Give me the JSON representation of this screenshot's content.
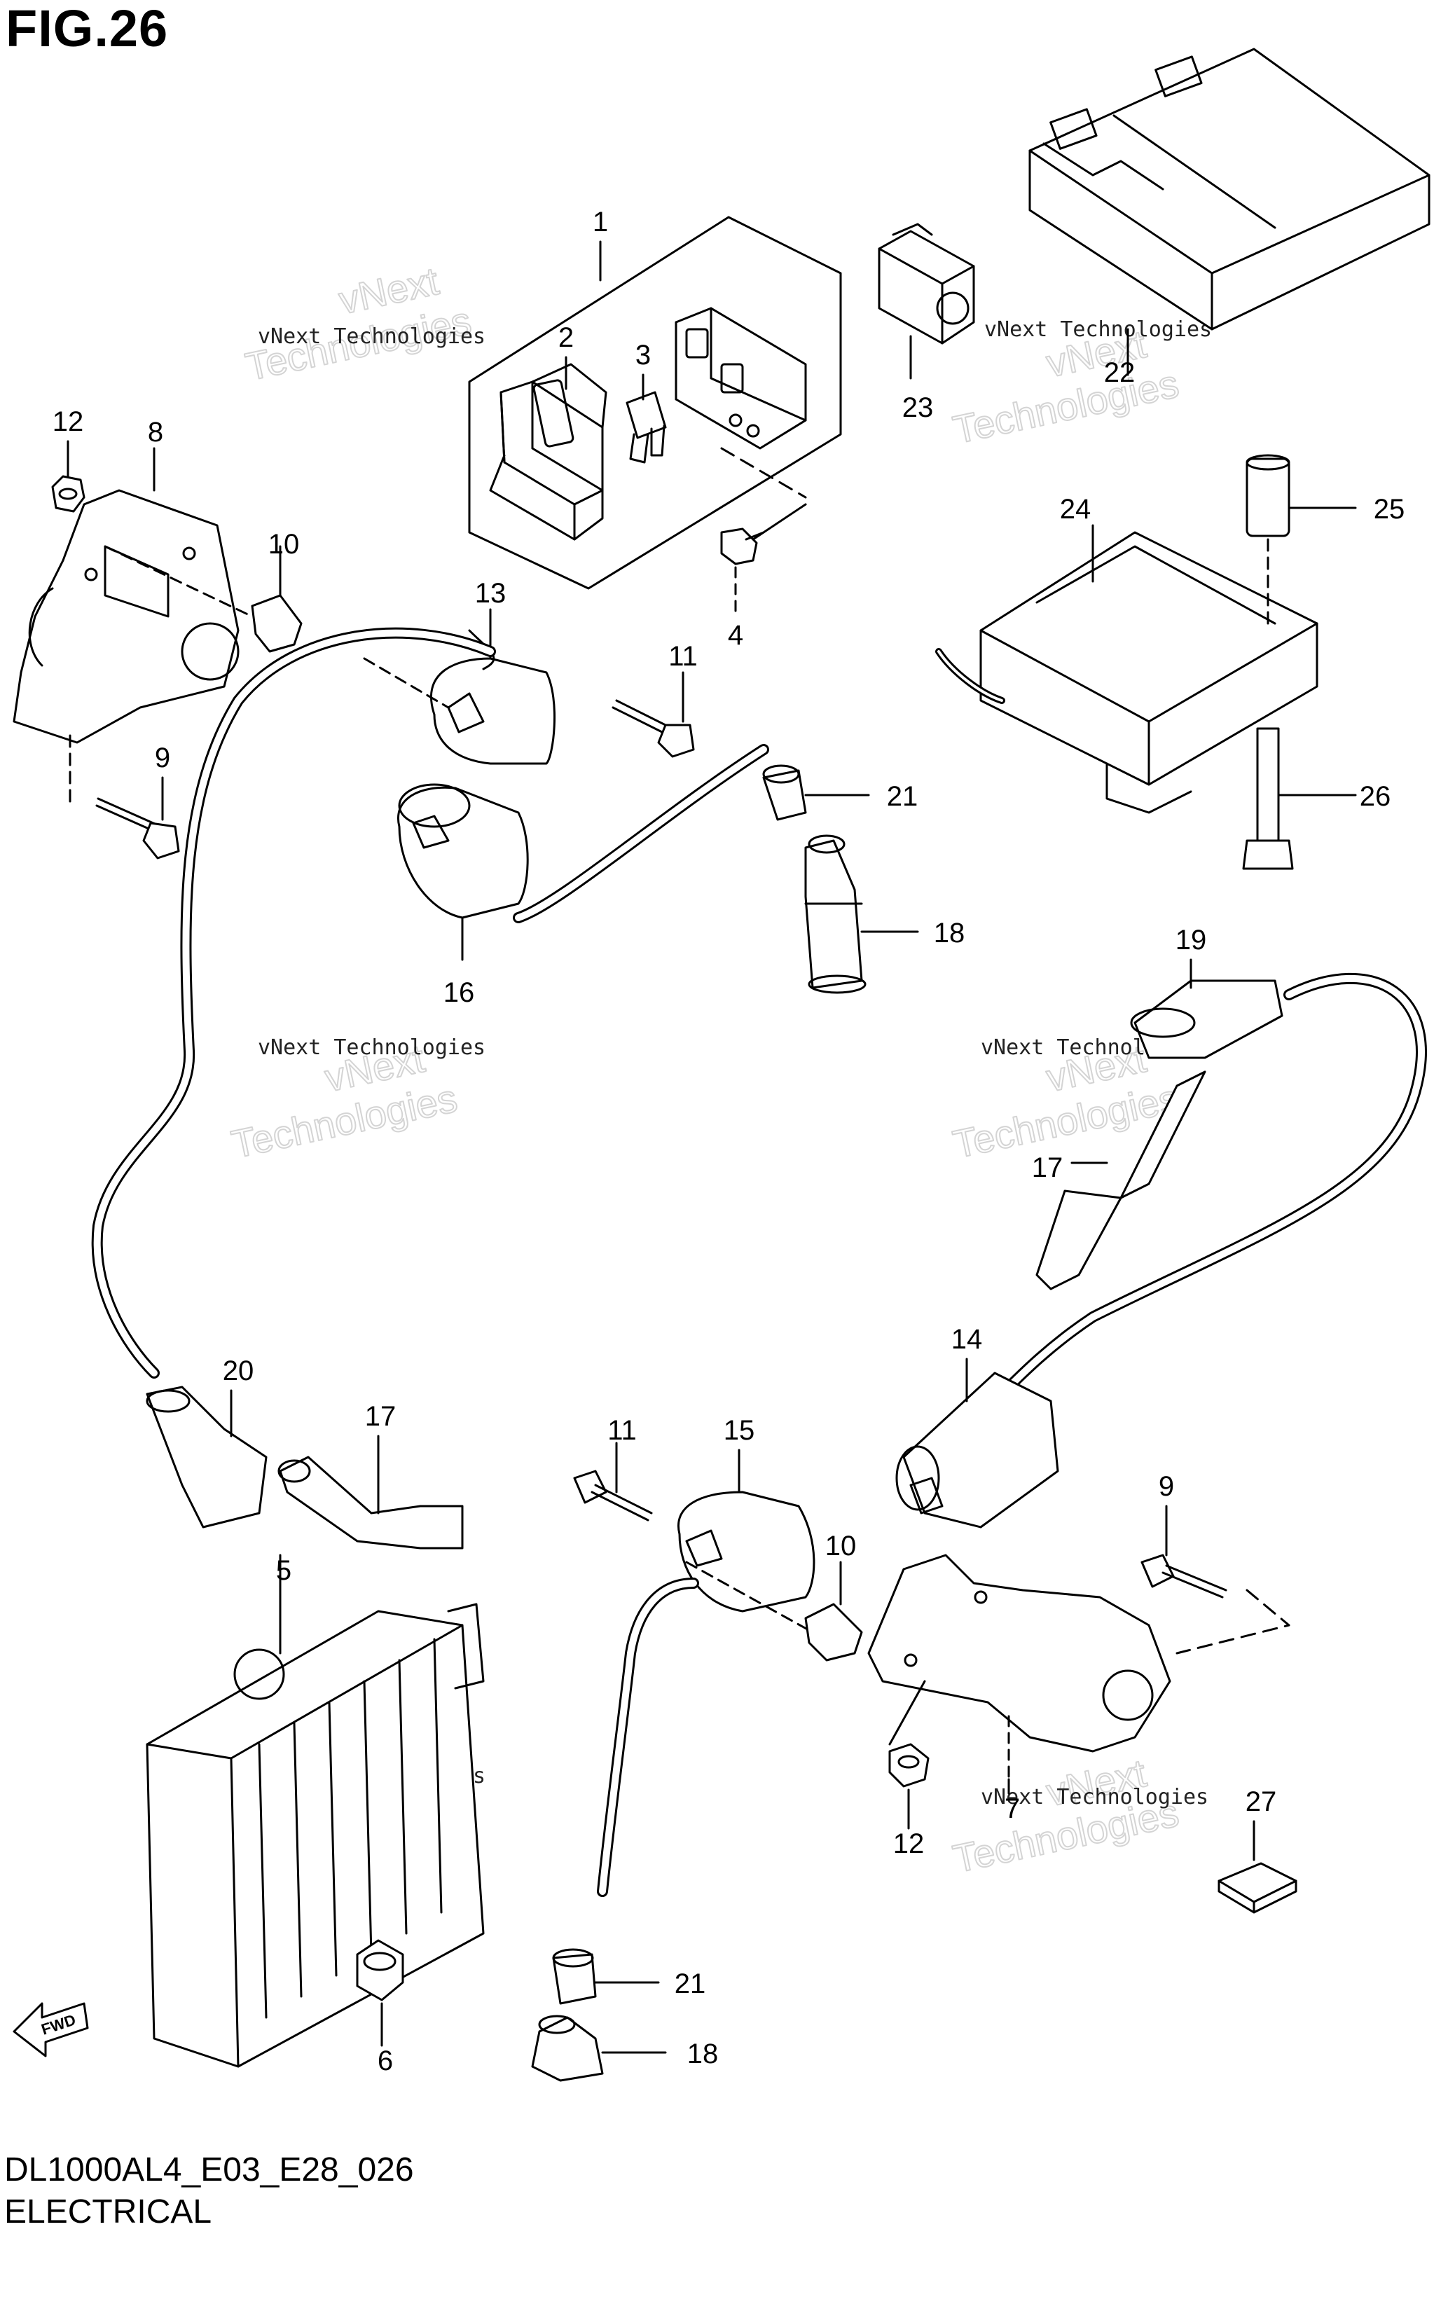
{
  "figure": {
    "title": "FIG.26",
    "model_code": "DL1000AL4_E03_E28_026",
    "section_name": "ELECTRICAL"
  },
  "watermark": {
    "line1": "vNext Technologies",
    "line2a": "vNext",
    "line2b": "Technologies"
  },
  "fwd_label": "FWD",
  "callouts": {
    "c1": "1",
    "c2": "2",
    "c3": "3",
    "c4": "4",
    "c5": "5",
    "c6": "6",
    "c7": "7",
    "c8": "8",
    "c9a": "9",
    "c9b": "9",
    "c10a": "10",
    "c10b": "10",
    "c11a": "11",
    "c11b": "11",
    "c12a": "12",
    "c12b": "12",
    "c13": "13",
    "c14": "14",
    "c15": "15",
    "c16": "16",
    "c17a": "17",
    "c17b": "17",
    "c18a": "18",
    "c18b": "18",
    "c19": "19",
    "c20": "20",
    "c21a": "21",
    "c21b": "21",
    "c22": "22",
    "c23": "23",
    "c24": "24",
    "c25": "25",
    "c26": "26",
    "c27": "27"
  }
}
